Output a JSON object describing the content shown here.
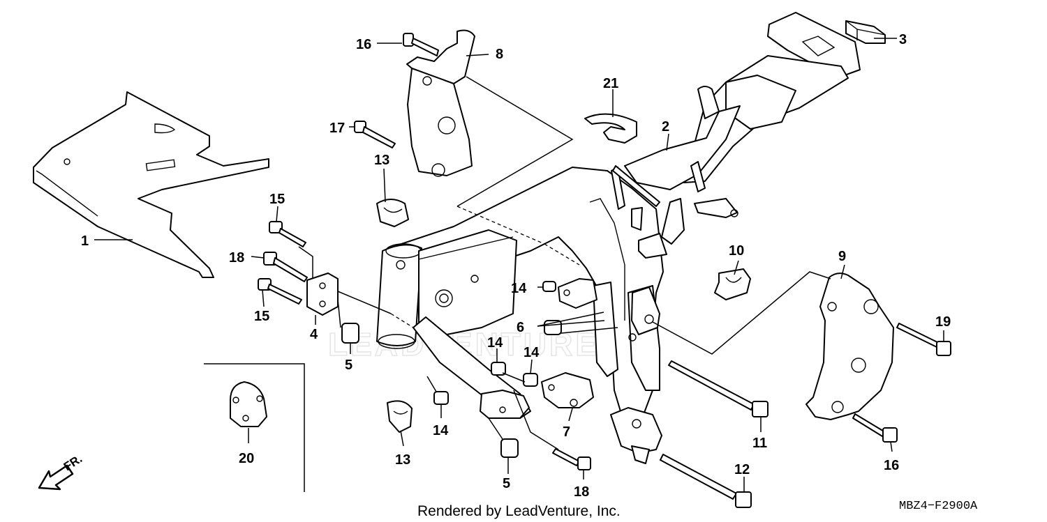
{
  "diagram": {
    "callouts": [
      {
        "id": "c1",
        "label": "1"
      },
      {
        "id": "c2",
        "label": "2"
      },
      {
        "id": "c3",
        "label": "3"
      },
      {
        "id": "c4",
        "label": "4"
      },
      {
        "id": "c5a",
        "label": "5"
      },
      {
        "id": "c5b",
        "label": "5"
      },
      {
        "id": "c6",
        "label": "6"
      },
      {
        "id": "c7",
        "label": "7"
      },
      {
        "id": "c8",
        "label": "8"
      },
      {
        "id": "c9",
        "label": "9"
      },
      {
        "id": "c10",
        "label": "10"
      },
      {
        "id": "c11",
        "label": "11"
      },
      {
        "id": "c12",
        "label": "12"
      },
      {
        "id": "c13a",
        "label": "13"
      },
      {
        "id": "c13b",
        "label": "13"
      },
      {
        "id": "c14a",
        "label": "14"
      },
      {
        "id": "c14b",
        "label": "14"
      },
      {
        "id": "c14c",
        "label": "14"
      },
      {
        "id": "c14d",
        "label": "14"
      },
      {
        "id": "c15a",
        "label": "15"
      },
      {
        "id": "c15b",
        "label": "15"
      },
      {
        "id": "c16a",
        "label": "16"
      },
      {
        "id": "c16b",
        "label": "16"
      },
      {
        "id": "c17",
        "label": "17"
      },
      {
        "id": "c18a",
        "label": "18"
      },
      {
        "id": "c18b",
        "label": "18"
      },
      {
        "id": "c19",
        "label": "19"
      },
      {
        "id": "c20",
        "label": "20"
      },
      {
        "id": "c21",
        "label": "21"
      }
    ],
    "direction_label": "FR.",
    "credit": "Rendered by LeadVenture, Inc.",
    "diagram_code": "MBZ4−F2900A",
    "watermark": "LEADVENTURE"
  }
}
